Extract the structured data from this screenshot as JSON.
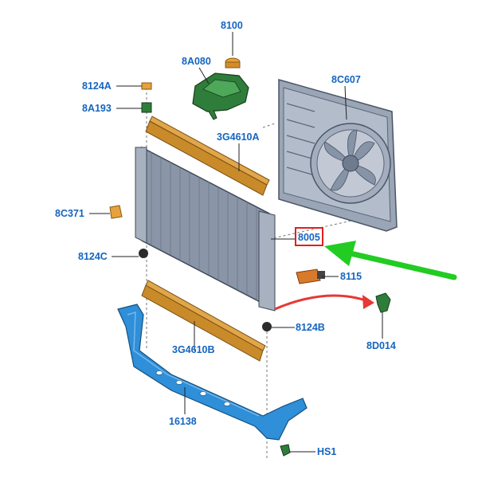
{
  "colors": {
    "label": "#1565c0",
    "leader": "#222222",
    "highlight_box": "#e02020",
    "green_arrow": "#22cc22",
    "red_arrow": "#e53935",
    "radiator": "#8a96a8",
    "fan_shroud": "#9aa5b5",
    "seal": "#c98a2a",
    "support": "#2f8fd8",
    "reservoir": "#2f7d3a",
    "cap": "#e6a23c"
  },
  "parts": {
    "p8100": "8100",
    "p8A080": "8A080",
    "p8C607": "8C607",
    "p8124A": "8124A",
    "p8A193": "8A193",
    "p3G4610A": "3G4610A",
    "p8C371": "8C371",
    "p8005": "8005",
    "p8124C": "8124C",
    "p8115": "8115",
    "p8124B": "8124B",
    "p8D014": "8D014",
    "p3G4610B": "3G4610B",
    "p16138": "16138",
    "pHS1": "HS1"
  }
}
